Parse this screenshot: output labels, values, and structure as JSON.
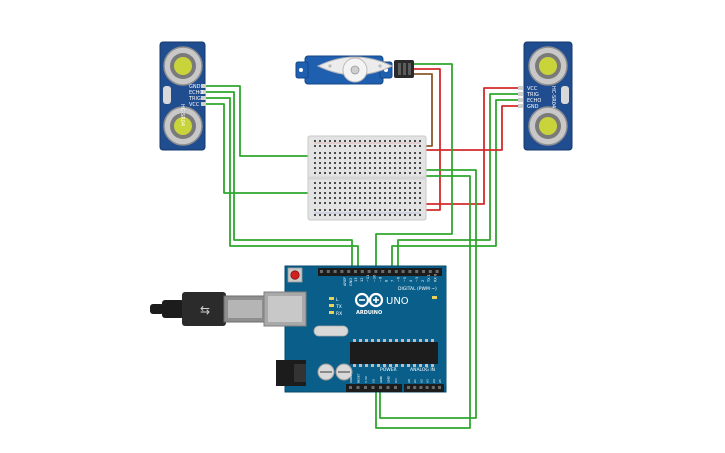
{
  "sensor_left": {
    "model": "HC-SR04",
    "pins": [
      "GND",
      "ECHO",
      "TRIG",
      "VCC"
    ]
  },
  "sensor_right": {
    "model": "HC-SR04",
    "pins": [
      "VCC",
      "TRIG",
      "ECHO",
      "GND"
    ]
  },
  "arduino": {
    "brand": "ARDUINO",
    "model": "UNO",
    "digital_label": "DIGITAL (PWM ~)",
    "power_label": "POWER",
    "analog_label": "ANALOG IN",
    "aref_label": "AREF",
    "gnd_label": "GND",
    "tx_label": "TX",
    "rx_label": "RX",
    "l_label": "L",
    "digital_pins": [
      "13",
      "12",
      "~11",
      "~10",
      "~9",
      "8",
      "7",
      "~6",
      "~5",
      "4",
      "~3",
      "2",
      "TX 1",
      "RX 0"
    ],
    "power_pins": [
      "IOREF",
      "RESET",
      "3.3V",
      "5V",
      "GND",
      "GND",
      "Vin"
    ],
    "analog_pins": [
      "A0",
      "A1",
      "A2",
      "A3",
      "A4",
      "A5"
    ]
  },
  "colors": {
    "wire_green": "#2fa82f",
    "wire_red": "#d42a2a",
    "wire_brown": "#8a5a2b",
    "pcb_blue": "#0a5f8a",
    "sensor_blue": "#1f4d8f"
  }
}
